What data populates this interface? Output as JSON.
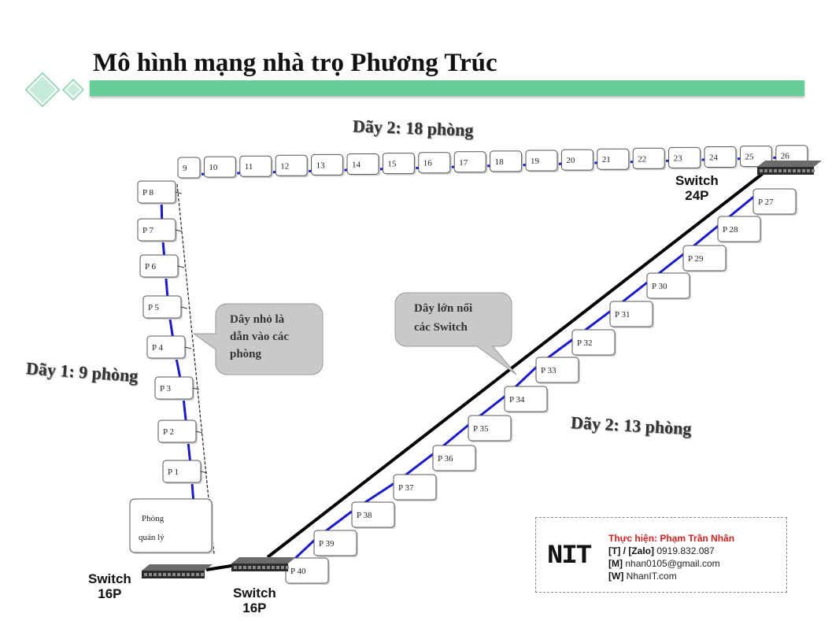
{
  "title": "Mô hình mạng nhà trọ Phương Trúc",
  "headings": {
    "top": "Dãy 2: 18 phòng",
    "left": "Dãy 1: 9 phòng",
    "diag": "Dãy 2: 13 phòng"
  },
  "row1_rooms": [
    "P 8",
    "P 7",
    "P 6",
    "P 5",
    "P 4",
    "P 3",
    "P 2",
    "P 1"
  ],
  "manager_room": [
    "Phòng",
    "quản lý"
  ],
  "row_top_rooms": [
    "9",
    "10",
    "11",
    "12",
    "13",
    "14",
    "15",
    "16",
    "17",
    "18",
    "19",
    "20",
    "21",
    "22",
    "23",
    "24",
    "25",
    "26"
  ],
  "row_diag_rooms": [
    "P 27",
    "P 28",
    "P 29",
    "P 30",
    "P 31",
    "P 32",
    "P 33",
    "P 34",
    "P 35",
    "P 36",
    "P 37",
    "P 38",
    "P 39",
    "P 40"
  ],
  "switches": {
    "top_right": [
      "Switch",
      "24P"
    ],
    "bottom_left": [
      "Switch",
      "16P"
    ],
    "bottom_mid": [
      "Switch",
      "16P"
    ]
  },
  "callouts": {
    "small_wire": [
      "Dây nhỏ là",
      "dẫn vào các",
      "phòng"
    ],
    "big_wire": [
      "Dây lớn nối",
      "các Switch"
    ]
  },
  "credit": {
    "logo": "NIT",
    "author": "Thực hiện: Phạm Trần Nhân",
    "phone_label": "[T] / [Zalo]",
    "phone": "0919.832.087",
    "mail_label": "[M]",
    "mail": "nhan0105@gmail.com",
    "web_label": "[W]",
    "web": "NhanIT.com"
  },
  "colors": {
    "accent_bar": "#66cc99",
    "wire_blue": "#1a1acc",
    "backbone": "#000000",
    "author_red": "#cc2222"
  },
  "icons": [
    "switch-icon",
    "diamond-decoration"
  ]
}
